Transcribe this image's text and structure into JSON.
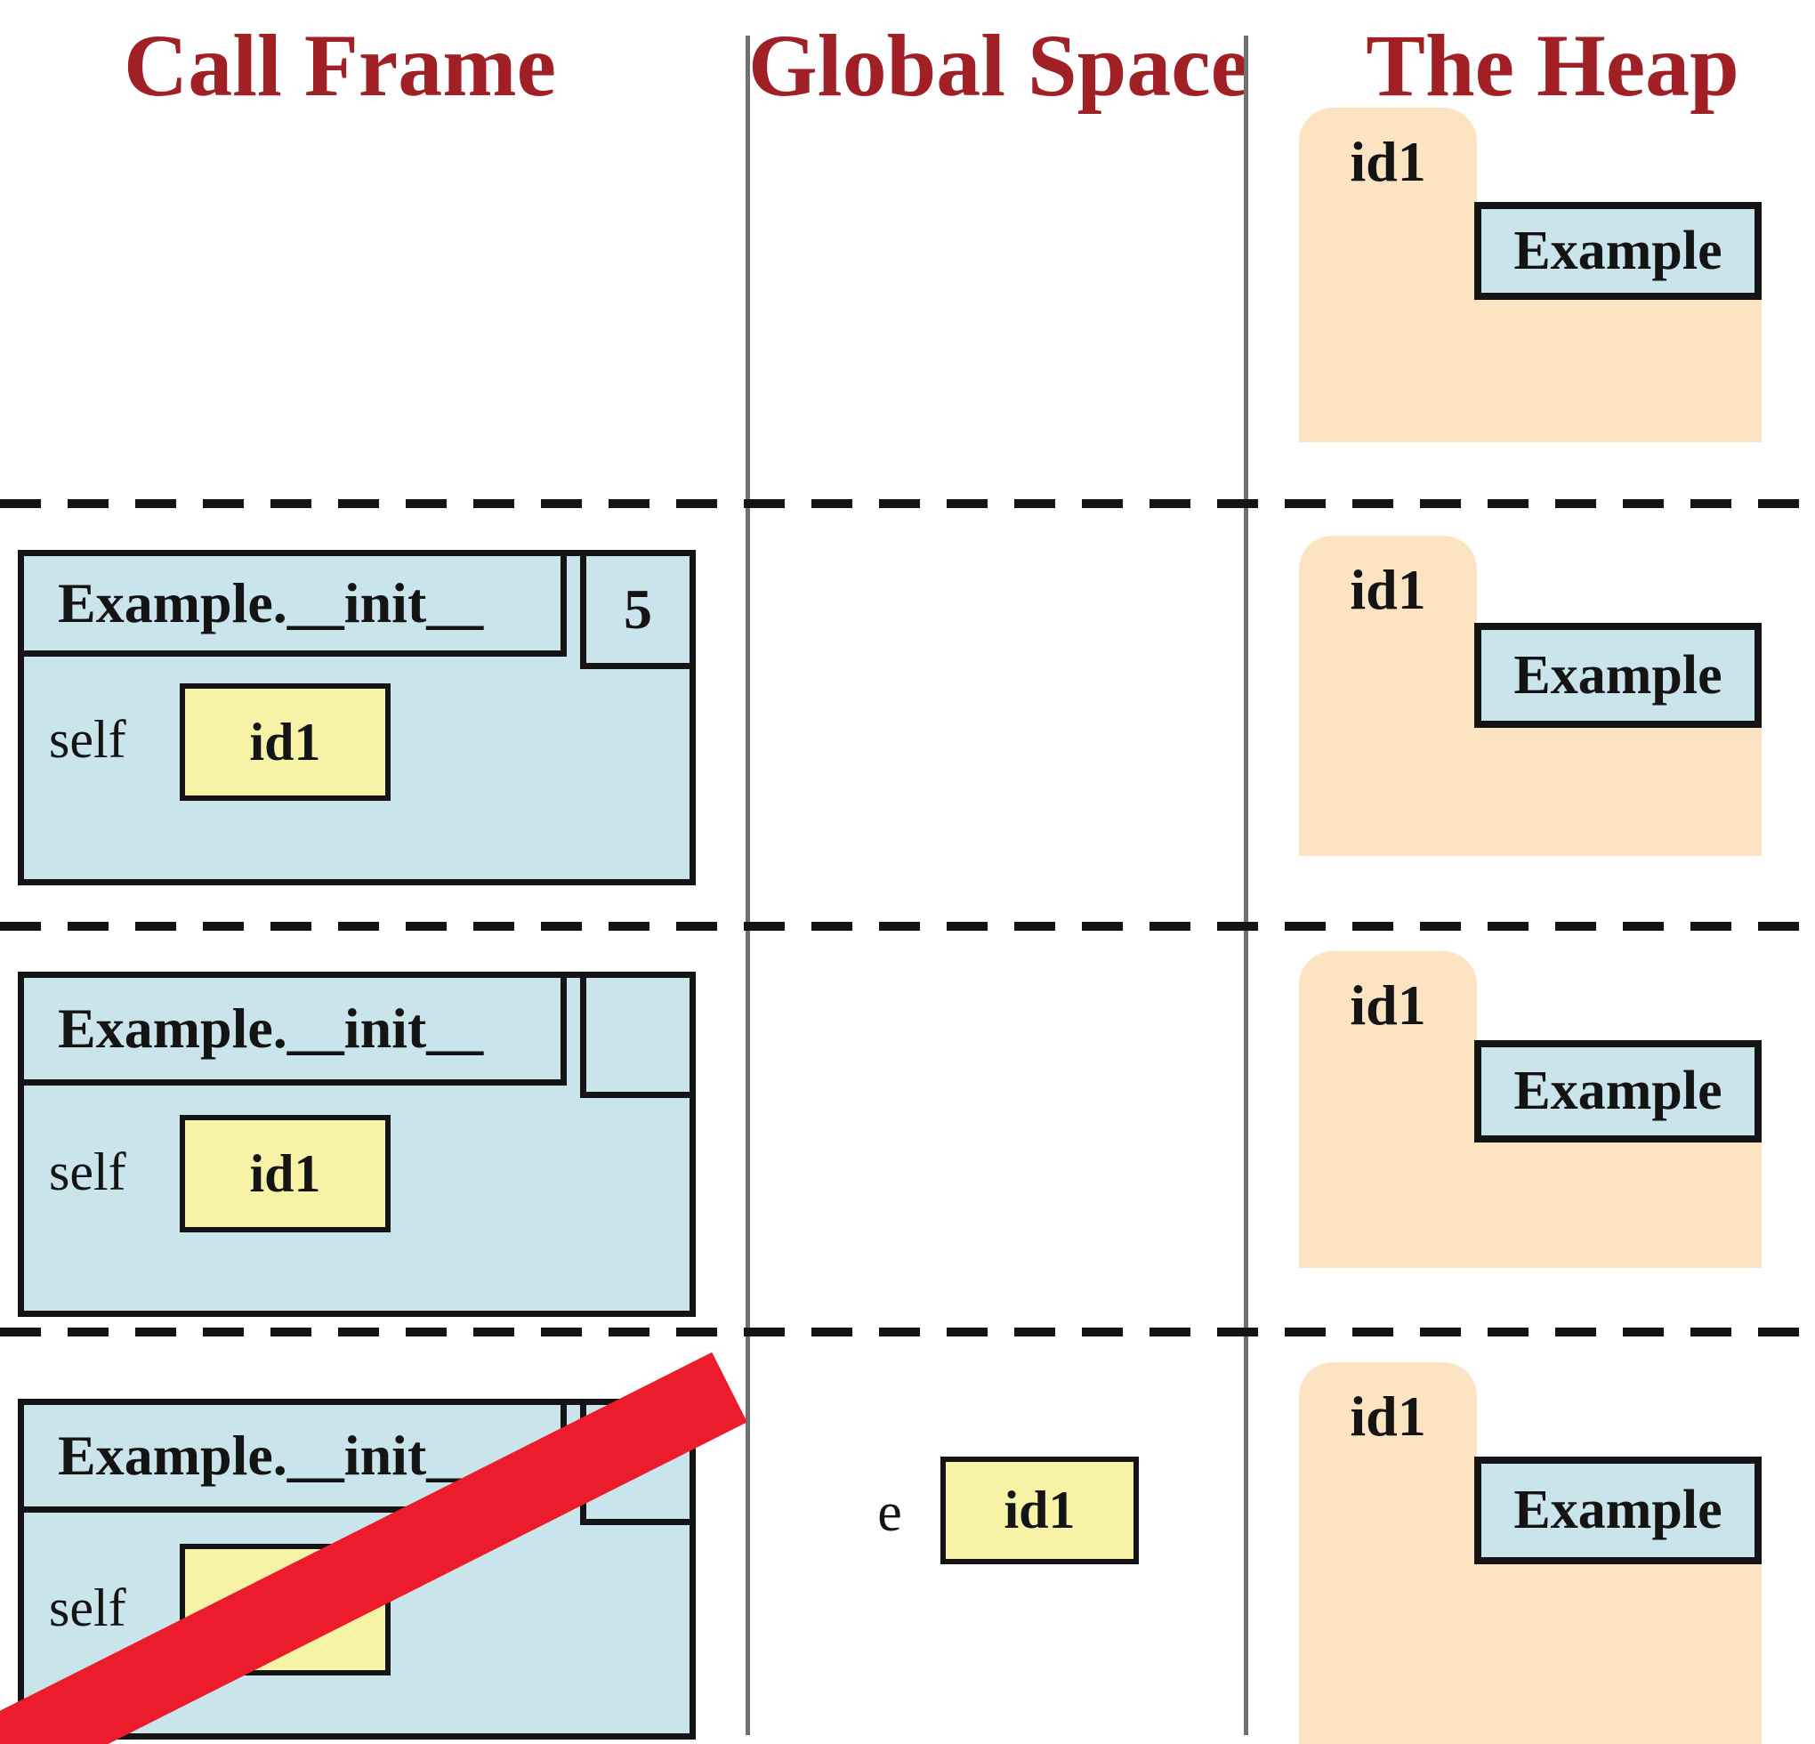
{
  "columns": {
    "call_frame_title": "Call Frame",
    "global_space_title": "Global Space",
    "heap_title": "The Heap"
  },
  "call_frames": [
    {
      "title": "Example.__init__",
      "counter": "5",
      "var_name": "self",
      "var_value": "id1",
      "crossed_out": false
    },
    {
      "title": "Example.__init__",
      "counter": "",
      "var_name": "self",
      "var_value": "id1",
      "crossed_out": false
    },
    {
      "title": "Example.__init__",
      "counter": "",
      "var_name": "self",
      "var_value": "id1",
      "crossed_out": true
    }
  ],
  "global_space": {
    "var_name": "e",
    "var_value": "id1"
  },
  "heap_objects": [
    {
      "tab": "id1",
      "class_name": "Example"
    },
    {
      "tab": "id1",
      "class_name": "Example"
    },
    {
      "tab": "id1",
      "class_name": "Example"
    },
    {
      "tab": "id1",
      "class_name": "Example"
    }
  ],
  "colors": {
    "frame_blue": "#C9E5EB",
    "slot_yellow": "#F7F3A6",
    "heap_peach": "#FCE4C2",
    "header_red": "#A12026",
    "strike_red": "#EC1C2D",
    "divider_gray": "#6F6F6F",
    "ink": "#141414"
  }
}
